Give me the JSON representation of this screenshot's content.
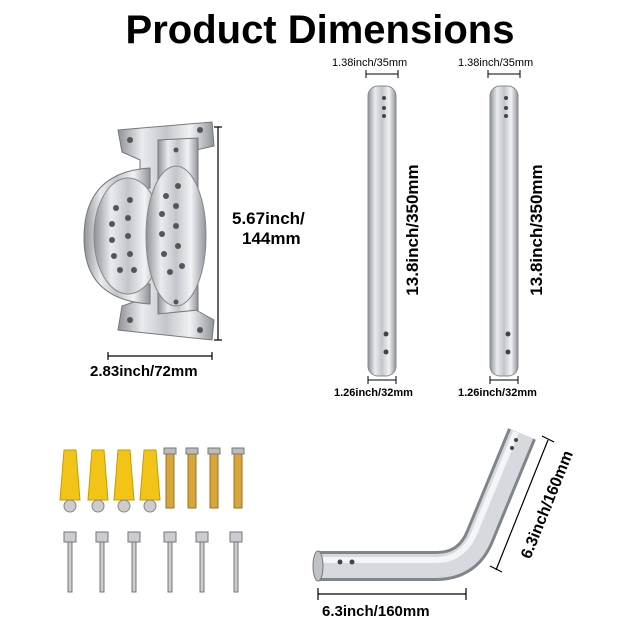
{
  "title": "Product Dimensions",
  "bracket": {
    "height_label_line1": "5.67inch/",
    "height_label_line2": "144mm",
    "width_label": "2.83inch/72mm"
  },
  "pipe_left": {
    "top_label": "1.38inch/35mm",
    "length_label": "13.8inch/350mm",
    "bottom_label": "1.26inch/32mm"
  },
  "pipe_right": {
    "top_label": "1.38inch/35mm",
    "length_label": "13.8inch/350mm",
    "bottom_label": "1.26inch/32mm"
  },
  "elbow": {
    "vertical_label": "6.3inch/160mm",
    "horizontal_label": "6.3inch/160mm"
  },
  "colors": {
    "metal": "#c9ccd0",
    "anchor_yellow": "#f2c417",
    "brass": "#d8a53a"
  }
}
